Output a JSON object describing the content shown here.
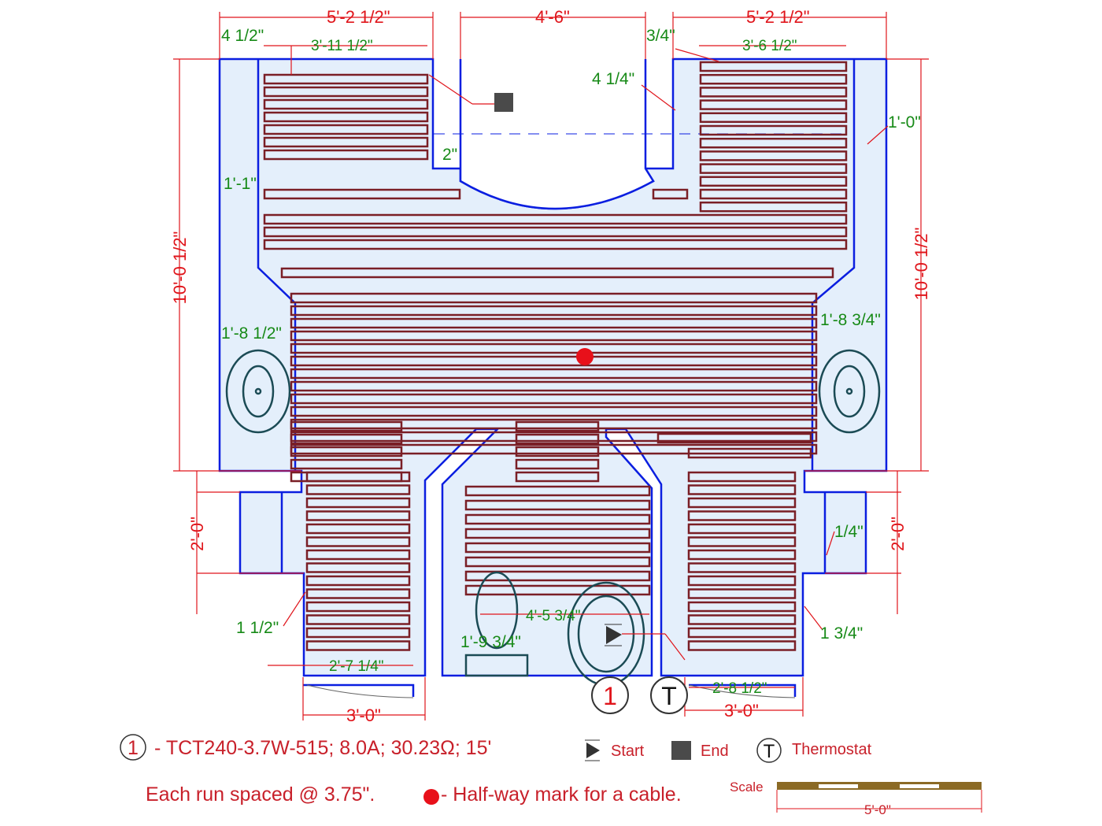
{
  "dimensions": {
    "top_left": "5'-2 1/2\"",
    "top_mid": "4'-6\"",
    "top_right": "5'-2 1/2\"",
    "left_offset": "4 1/2\"",
    "left_run": "3'-11 1/2\"",
    "right_offset": "3/4\"",
    "right_run": "3'-6 1/2\"",
    "mid_offset": "4 1/4\"",
    "gap_2": "2\"",
    "right_1_0": "1'-0\"",
    "left_1_1": "1'-1\"",
    "left_height": "10'-0 1/2\"",
    "right_height": "10'-0 1/2\"",
    "left_1_8": "1'-8 1/2\"",
    "right_1_8": "1'-8 3/4\"",
    "left_2_0": "2'-0\"",
    "right_2_0": "2'-0\"",
    "right_1_4": "1/4\"",
    "left_1_1_2": "1 1/2\"",
    "right_1_3_4": "1 3/4\"",
    "center_4_5": "4'-5 3/4\"",
    "center_1_9": "1'-9 3/4\"",
    "left_bottom_run": "2'-7 1/4\"",
    "right_bottom_run": "2'-8 1/2\"",
    "left_bottom": "3'-0\"",
    "right_bottom": "3'-0\""
  },
  "markers": {
    "cable_number": "1",
    "thermostat": "T"
  },
  "legend": {
    "cable_number": "1",
    "cable_spec": "- TCT240-3.7W-515; 8.0A; 30.23Ω; 15'",
    "start": "Start",
    "end": "End",
    "thermostat_symbol": "T",
    "thermostat": "Thermostat",
    "spacing": "Each run spaced @ 3.75\".",
    "halfway": "- Half-way mark for a cable.",
    "scale_label": "Scale",
    "scale_value": "5'-0\""
  },
  "colors": {
    "wall": "#0a1ee0",
    "floor": "#e4effb",
    "cable": "#7a1f26",
    "dim": "#e0151b",
    "label": "#178a17"
  }
}
